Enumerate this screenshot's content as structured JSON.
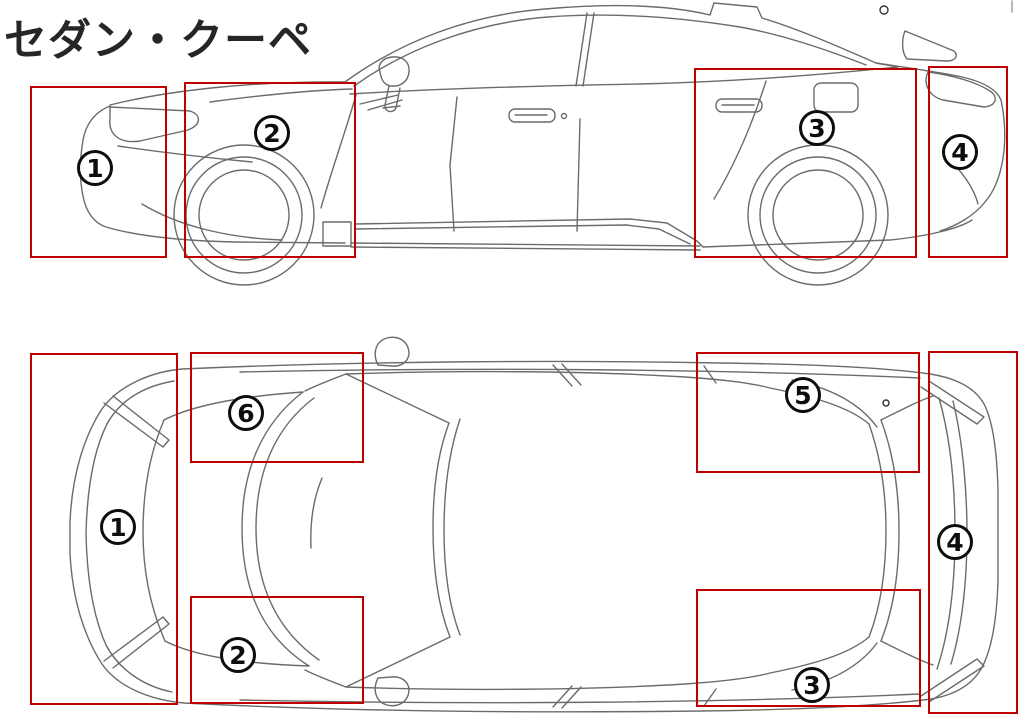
{
  "title": "セダン・クーペ",
  "colors": {
    "region_box": "#c00000",
    "car_outline": "#6b6b6b",
    "marker_ink": "#0d0d0d",
    "background": "#ffffff"
  },
  "side_view": {
    "markers": [
      {
        "id": "side-1",
        "label": "1",
        "glyph": "①"
      },
      {
        "id": "side-2",
        "label": "2",
        "glyph": "②"
      },
      {
        "id": "side-3",
        "label": "3",
        "glyph": "③"
      },
      {
        "id": "side-4",
        "label": "4",
        "glyph": "④"
      }
    ]
  },
  "top_view": {
    "markers": [
      {
        "id": "top-1",
        "label": "1",
        "glyph": "①"
      },
      {
        "id": "top-2",
        "label": "2",
        "glyph": "②"
      },
      {
        "id": "top-3",
        "label": "3",
        "glyph": "③"
      },
      {
        "id": "top-4",
        "label": "4",
        "glyph": "④"
      },
      {
        "id": "top-5",
        "label": "5",
        "glyph": "⑤"
      },
      {
        "id": "top-6",
        "label": "6",
        "glyph": "⑥"
      }
    ]
  }
}
